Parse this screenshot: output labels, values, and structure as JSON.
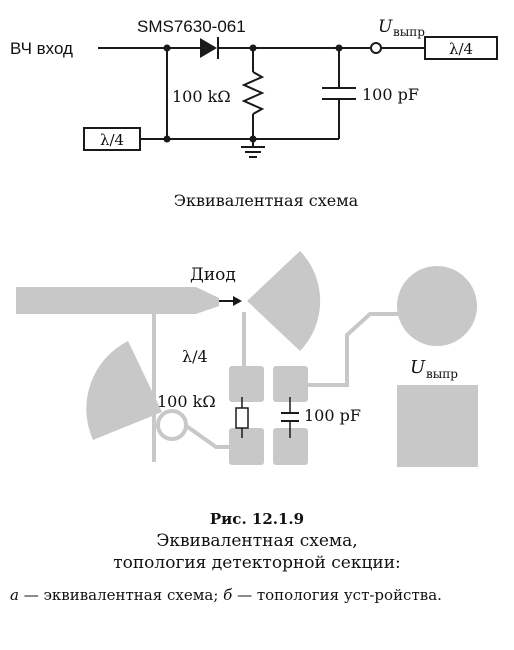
{
  "schematic": {
    "rf_in": "ВЧ вход",
    "diode_part": "SMS7630-061",
    "u_out_main": "U",
    "u_out_sub": "выпр",
    "quarter_wave_right": "λ/4",
    "quarter_wave_left": "λ/4",
    "resistor": "100 kΩ",
    "capacitor": "100 pF",
    "label": "Эквивалентная схема"
  },
  "topology": {
    "diode": "Диод",
    "quarter_wave": "λ/4",
    "resistor": "100 kΩ",
    "capacitor": "100 pF",
    "u_out_main": "U",
    "u_out_sub": "выпр"
  },
  "caption": {
    "number": "Рис. 12.1.9",
    "title_line1": "Эквивалентная схема,",
    "title_line2": "топология детекторной секции:",
    "legend_a_mark": "а",
    "legend_a_text": " — эквивалентная схема; ",
    "legend_b_mark": "б",
    "legend_b_text": " — топология уст-ройства."
  },
  "colors": {
    "ink": "#1a1a1a",
    "pad": "#c8c8c8"
  }
}
